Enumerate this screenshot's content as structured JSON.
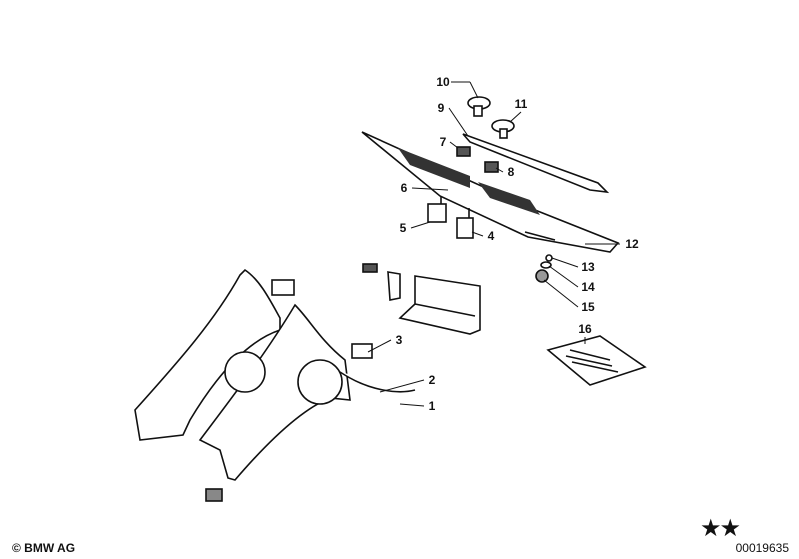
{
  "diagram": {
    "callouts": [
      "1",
      "2",
      "3",
      "4",
      "5",
      "6",
      "7",
      "8",
      "9",
      "10",
      "11",
      "12",
      "13",
      "14",
      "15",
      "16"
    ],
    "stars": "★★"
  },
  "footer": {
    "copyright": "© BMW AG",
    "image_number": "00019635"
  }
}
